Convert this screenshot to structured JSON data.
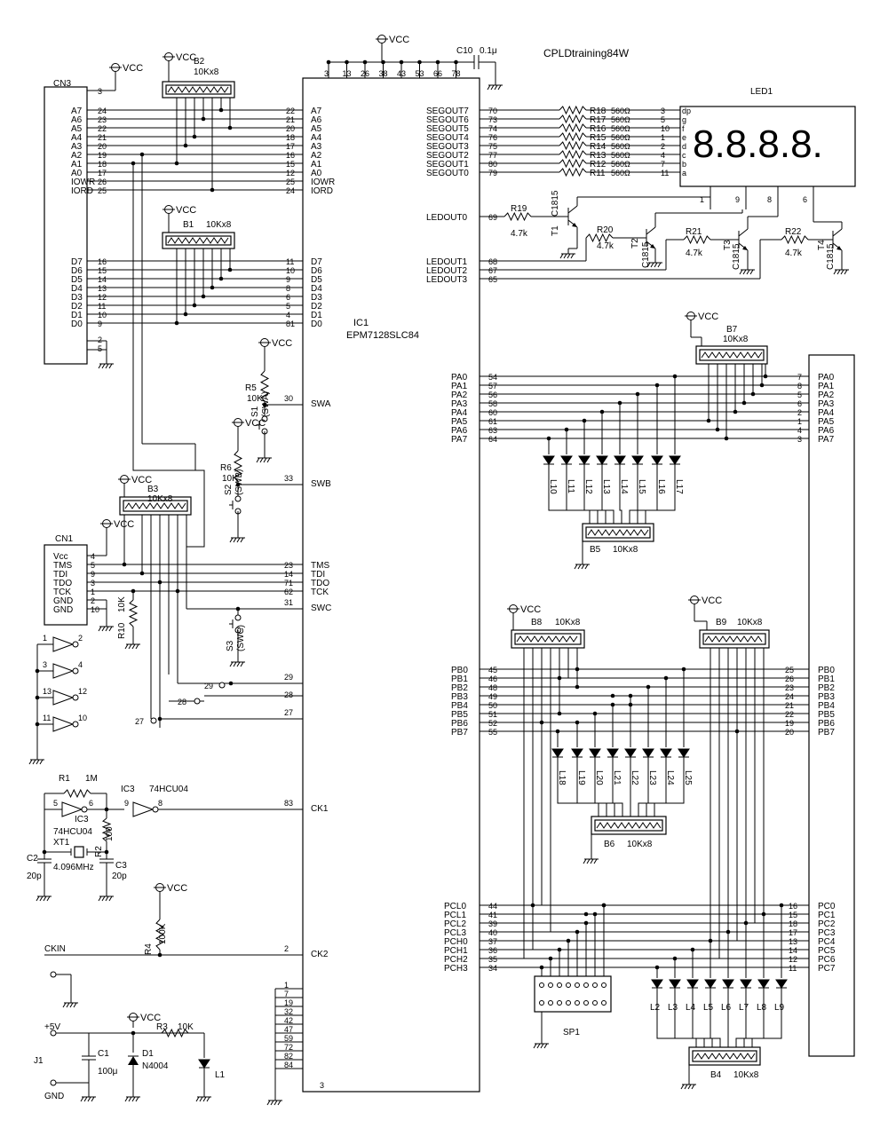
{
  "title": "CPLDtraining84W",
  "ic1": {
    "ref": "IC1",
    "part": "EPM7128SLC84"
  },
  "vcc": "VCC",
  "cn3": {
    "ref": "CN3",
    "vcc_pin": "3",
    "gnd_pins": [
      "2",
      "5"
    ],
    "pins": [
      {
        "name": "A7",
        "pin": "24",
        "ic": "22"
      },
      {
        "name": "A6",
        "pin": "23",
        "ic": "21"
      },
      {
        "name": "A5",
        "pin": "22",
        "ic": "20"
      },
      {
        "name": "A4",
        "pin": "21",
        "ic": "18"
      },
      {
        "name": "A3",
        "pin": "20",
        "ic": "17"
      },
      {
        "name": "A2",
        "pin": "19",
        "ic": "16"
      },
      {
        "name": "A1",
        "pin": "18",
        "ic": "15"
      },
      {
        "name": "A0",
        "pin": "17",
        "ic": "12"
      },
      {
        "name": "IOWR",
        "pin": "26",
        "ic": "25"
      },
      {
        "name": "IORD",
        "pin": "25",
        "ic": "24"
      },
      {
        "name": "D7",
        "pin": "16",
        "ic": "11"
      },
      {
        "name": "D6",
        "pin": "15",
        "ic": "10"
      },
      {
        "name": "D5",
        "pin": "14",
        "ic": "9"
      },
      {
        "name": "D4",
        "pin": "13",
        "ic": "8"
      },
      {
        "name": "D3",
        "pin": "12",
        "ic": "6"
      },
      {
        "name": "D2",
        "pin": "11",
        "ic": "5"
      },
      {
        "name": "D1",
        "pin": "10",
        "ic": "4"
      },
      {
        "name": "D0",
        "pin": "9",
        "ic": "81"
      }
    ]
  },
  "b2": {
    "ref": "B2",
    "value": "10Kx8"
  },
  "b1": {
    "ref": "B1",
    "value": "10Kx8"
  },
  "b3": {
    "ref": "B3",
    "value": "10Kx8"
  },
  "b7": {
    "ref": "B7",
    "value": "10Kx8"
  },
  "b5": {
    "ref": "B5",
    "value": "10Kx8"
  },
  "b8": {
    "ref": "B8",
    "value": "10Kx8"
  },
  "b9": {
    "ref": "B9",
    "value": "10Kx8"
  },
  "b6": {
    "ref": "B6",
    "value": "10Kx8"
  },
  "b4": {
    "ref": "B4",
    "value": "10Kx8"
  },
  "vcc_top_pins": [
    "3",
    "13",
    "26",
    "38",
    "43",
    "53",
    "66",
    "78"
  ],
  "c10": {
    "ref": "C10",
    "value": "0.1μ"
  },
  "seg": [
    {
      "name": "SEGOUT7",
      "pin": "70",
      "r": "R18",
      "rv": "560Ω",
      "led": "3",
      "seg": "dp"
    },
    {
      "name": "SEGOUT6",
      "pin": "73",
      "r": "R17",
      "rv": "560Ω",
      "led": "5",
      "seg": "g"
    },
    {
      "name": "SEGOUT5",
      "pin": "74",
      "r": "R16",
      "rv": "560Ω",
      "led": "10",
      "seg": "f"
    },
    {
      "name": "SEGOUT4",
      "pin": "76",
      "r": "R15",
      "rv": "560Ω",
      "led": "1",
      "seg": "e"
    },
    {
      "name": "SEGOUT3",
      "pin": "75",
      "r": "R14",
      "rv": "560Ω",
      "led": "2",
      "seg": "d"
    },
    {
      "name": "SEGOUT2",
      "pin": "77",
      "r": "R13",
      "rv": "560Ω",
      "led": "4",
      "seg": "c"
    },
    {
      "name": "SEGOUT1",
      "pin": "80",
      "r": "R12",
      "rv": "560Ω",
      "led": "7",
      "seg": "b"
    },
    {
      "name": "SEGOUT0",
      "pin": "79",
      "r": "R11",
      "rv": "560Ω",
      "led": "11",
      "seg": "a"
    }
  ],
  "led1": {
    "ref": "LED1",
    "display": "8.8.8.8.",
    "digit_pins": [
      "1",
      "9",
      "8",
      "6"
    ]
  },
  "ledout": [
    {
      "name": "LEDOUT0",
      "pin": "69",
      "r": "R19",
      "rv": "4.7k",
      "t": "T1",
      "tp": "C1815"
    },
    {
      "name": "LEDOUT1",
      "pin": "68",
      "r": "R20",
      "rv": "4.7k",
      "t": "T2",
      "tp": "C1815"
    },
    {
      "name": "LEDOUT2",
      "pin": "67",
      "r": "R21",
      "rv": "4.7k",
      "t": "T3",
      "tp": "C1815"
    },
    {
      "name": "LEDOUT3",
      "pin": "65",
      "r": "R22",
      "rv": "4.7k",
      "t": "T4",
      "tp": "C1815"
    }
  ],
  "pa": [
    {
      "name": "PA0",
      "pin": "54",
      "cn": "7"
    },
    {
      "name": "PA1",
      "pin": "57",
      "cn": "8"
    },
    {
      "name": "PA2",
      "pin": "56",
      "cn": "5"
    },
    {
      "name": "PA3",
      "pin": "58",
      "cn": "6"
    },
    {
      "name": "PA4",
      "pin": "60",
      "cn": "2"
    },
    {
      "name": "PA5",
      "pin": "61",
      "cn": "1"
    },
    {
      "name": "PA6",
      "pin": "63",
      "cn": "4"
    },
    {
      "name": "PA7",
      "pin": "64",
      "cn": "3"
    }
  ],
  "pa_leds": [
    "L10",
    "L11",
    "L12",
    "L13",
    "L14",
    "L15",
    "L16",
    "L17"
  ],
  "pb": [
    {
      "name": "PB0",
      "pin": "45",
      "cn": "25"
    },
    {
      "name": "PB1",
      "pin": "46",
      "cn": "26"
    },
    {
      "name": "PB2",
      "pin": "48",
      "cn": "23"
    },
    {
      "name": "PB3",
      "pin": "49",
      "cn": "24"
    },
    {
      "name": "PB4",
      "pin": "50",
      "cn": "21"
    },
    {
      "name": "PB5",
      "pin": "51",
      "cn": "22"
    },
    {
      "name": "PB6",
      "pin": "52",
      "cn": "19"
    },
    {
      "name": "PB7",
      "pin": "55",
      "cn": "20"
    }
  ],
  "pb_leds": [
    "L18",
    "L19",
    "L20",
    "L21",
    "L22",
    "L23",
    "L24",
    "L25"
  ],
  "pc": [
    {
      "name": "PCL0",
      "pin": "44",
      "cn": "16",
      "cname": "PC0"
    },
    {
      "name": "PCL1",
      "pin": "41",
      "cn": "15",
      "cname": "PC1"
    },
    {
      "name": "PCL2",
      "pin": "39",
      "cn": "18",
      "cname": "PC2"
    },
    {
      "name": "PCL3",
      "pin": "40",
      "cn": "17",
      "cname": "PC3"
    },
    {
      "name": "PCH0",
      "pin": "37",
      "cn": "13",
      "cname": "PC4"
    },
    {
      "name": "PCH1",
      "pin": "36",
      "cn": "14",
      "cname": "PC5"
    },
    {
      "name": "PCH2",
      "pin": "35",
      "cn": "12",
      "cname": "PC6"
    },
    {
      "name": "PCH3",
      "pin": "34",
      "cn": "11",
      "cname": "PC7"
    }
  ],
  "pc_leds": [
    "L2",
    "L3",
    "L4",
    "L5",
    "L6",
    "L7",
    "L8",
    "L9"
  ],
  "sp1": "SP1",
  "swa": {
    "name": "SWA",
    "pin": "30",
    "r": "R5",
    "rv": "10K",
    "s": "S1",
    "sn": "(SWA)"
  },
  "swb": {
    "name": "SWB",
    "pin": "33",
    "r": "R6",
    "rv": "10K",
    "s": "S2",
    "sn": "(SWB)"
  },
  "swc": {
    "name": "SWC",
    "pin": "31",
    "s": "S3",
    "sn": "(SWC)"
  },
  "cn1": {
    "ref": "CN1",
    "pins": [
      {
        "name": "Vcc",
        "pin": "4"
      },
      {
        "name": "TMS",
        "pin": "5",
        "ic": "23",
        "icname": "TMS"
      },
      {
        "name": "TDI",
        "pin": "9",
        "ic": "14",
        "icname": "TDI"
      },
      {
        "name": "TDO",
        "pin": "3",
        "ic": "71",
        "icname": "TDO"
      },
      {
        "name": "TCK",
        "pin": "1",
        "ic": "62",
        "icname": "TCK"
      },
      {
        "name": "GND",
        "pin": "2"
      },
      {
        "name": "GND",
        "pin": "10"
      }
    ]
  },
  "r10": {
    "ref": "R10",
    "value": "10K"
  },
  "inverters": [
    [
      "1",
      "2"
    ],
    [
      "3",
      "4"
    ],
    [
      "13",
      "12"
    ],
    [
      "11",
      "10"
    ]
  ],
  "io_pins": [
    "29",
    "28",
    "27"
  ],
  "osc": {
    "r1": "R1",
    "r1v": "1M",
    "ic3": "IC3",
    "ic3p": "74HCU04",
    "r2": "R2",
    "r2v": "100",
    "xt": "XT1",
    "xtv": "4.096MHz",
    "c2": "C2",
    "c2v": "20p",
    "c3": "C3",
    "c3v": "20p",
    "ck1": "CK1",
    "ck1pin": "83",
    "pins": [
      "5",
      "6",
      "9",
      "8"
    ]
  },
  "ck2": {
    "name": "CK2",
    "pin": "2",
    "r": "R4",
    "rv": "100K",
    "label": "CKIN"
  },
  "power": {
    "v": "+5V",
    "gnd": "GND",
    "j": "J1",
    "c1": "C1",
    "c1v": "100μ",
    "d1": "D1",
    "d1v": "N4004",
    "r3": "R3",
    "r3v": "10K",
    "l1": "L1"
  },
  "gnd_pins": [
    "1",
    "7",
    "19",
    "32",
    "42",
    "47",
    "59",
    "72",
    "82",
    "84"
  ],
  "ic1_bottom_pin": "3"
}
